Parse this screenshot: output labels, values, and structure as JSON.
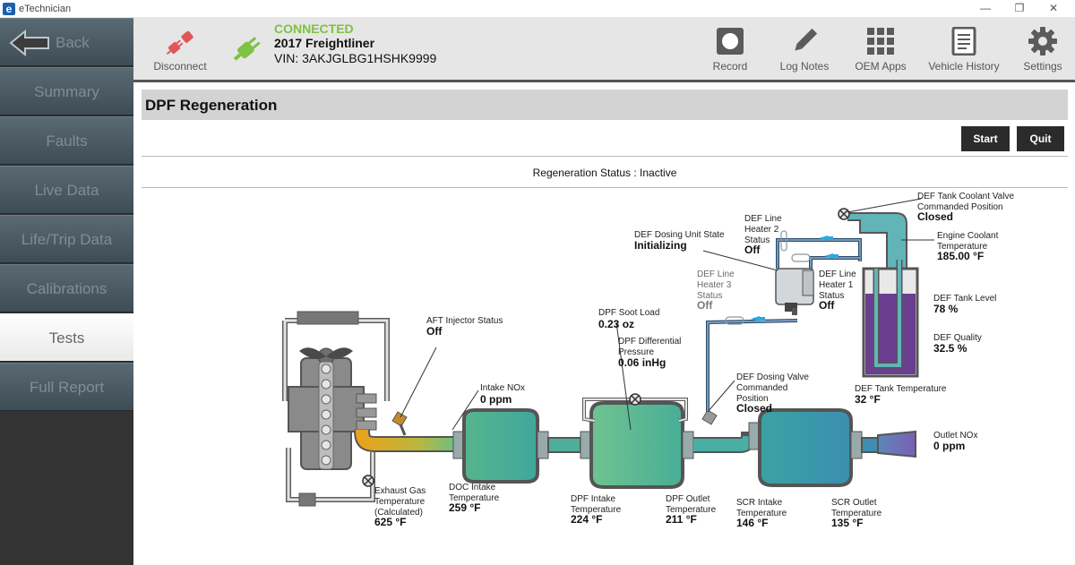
{
  "window": {
    "title": "eTechnician",
    "logo_letter": "e"
  },
  "sidebar": {
    "items": [
      {
        "label": "Back"
      },
      {
        "label": "Summary"
      },
      {
        "label": "Faults"
      },
      {
        "label": "Live Data"
      },
      {
        "label": "Life/Trip Data"
      },
      {
        "label": "Calibrations"
      },
      {
        "label": "Tests"
      },
      {
        "label": "Full Report"
      }
    ],
    "active_index": 6
  },
  "toolbar": {
    "disconnect_label": "Disconnect",
    "connection_status": "CONNECTED",
    "vehicle_name": "2017 Freightliner",
    "vin": "VIN: 3AKJGLBG1HSHK9999",
    "record_label": "Record",
    "log_notes_label": "Log Notes",
    "oem_apps_label": "OEM Apps",
    "vehicle_history_label": "Vehicle History",
    "settings_label": "Settings"
  },
  "page": {
    "title": "DPF Regeneration",
    "start_label": "Start",
    "quit_label": "Quit",
    "regeneration_status": "Regeneration Status : Inactive"
  },
  "diagram": {
    "aft_injector": {
      "label": "AFT Injector Status",
      "value": "Off"
    },
    "intake_nox": {
      "label": "Intake NOx",
      "value": "0 ppm"
    },
    "dpf_soot_load": {
      "label": "DPF Soot Load",
      "value": "0.23 oz"
    },
    "dpf_diff_pressure": {
      "label_1": "DPF Differential",
      "label_2": "Pressure",
      "value": "0.06 inHg"
    },
    "def_dosing_unit": {
      "label": "DEF Dosing Unit State",
      "value": "Initializing"
    },
    "def_line_heater_2": {
      "label_1": "DEF Line",
      "label_2": "Heater 2",
      "label_3": "Status",
      "value": "Off"
    },
    "def_line_heater_3": {
      "label_1": "DEF Line",
      "label_2": "Heater 3",
      "label_3": "Status",
      "value": "Off"
    },
    "def_line_heater_1": {
      "label_1": "DEF Line",
      "label_2": "Heater 1",
      "label_3": "Status",
      "value": "Off"
    },
    "def_tank_coolant_valve": {
      "label_1": "DEF Tank Coolant Valve",
      "label_2": "Commanded Position",
      "value": "Closed"
    },
    "engine_coolant_temp": {
      "label_1": "Engine Coolant",
      "label_2": "Temperature",
      "value": "185.00 °F"
    },
    "def_tank_level": {
      "label": "DEF Tank Level",
      "value": "78 %"
    },
    "def_quality": {
      "label": "DEF Quality",
      "value": "32.5 %"
    },
    "def_tank_temp": {
      "label": "DEF Tank Temperature",
      "value": "32 °F"
    },
    "def_dosing_valve": {
      "label_1": "DEF Dosing Valve",
      "label_2": "Commanded",
      "label_3": "Position",
      "value": "Closed"
    },
    "outlet_nox": {
      "label": "Outlet NOx",
      "value": "0 ppm"
    },
    "exhaust_gas_temp": {
      "label_1": "Exhaust Gas",
      "label_2": "Temperature",
      "label_3": "(Calculated)",
      "value": "625 °F"
    },
    "doc_intake_temp": {
      "label_1": "DOC Intake",
      "label_2": "Temperature",
      "value": "259 °F"
    },
    "dpf_intake_temp": {
      "label_1": "DPF Intake",
      "label_2": "Temperature",
      "value": "224 °F"
    },
    "dpf_outlet_temp": {
      "label_1": "DPF Outlet",
      "label_2": "Temperature",
      "value": "211 °F"
    },
    "scr_intake_temp": {
      "label_1": "SCR Intake",
      "label_2": "Temperature",
      "value": "146 °F"
    },
    "scr_outlet_temp": {
      "label_1": "SCR Outlet",
      "label_2": "Temperature",
      "value": "135 °F"
    }
  }
}
